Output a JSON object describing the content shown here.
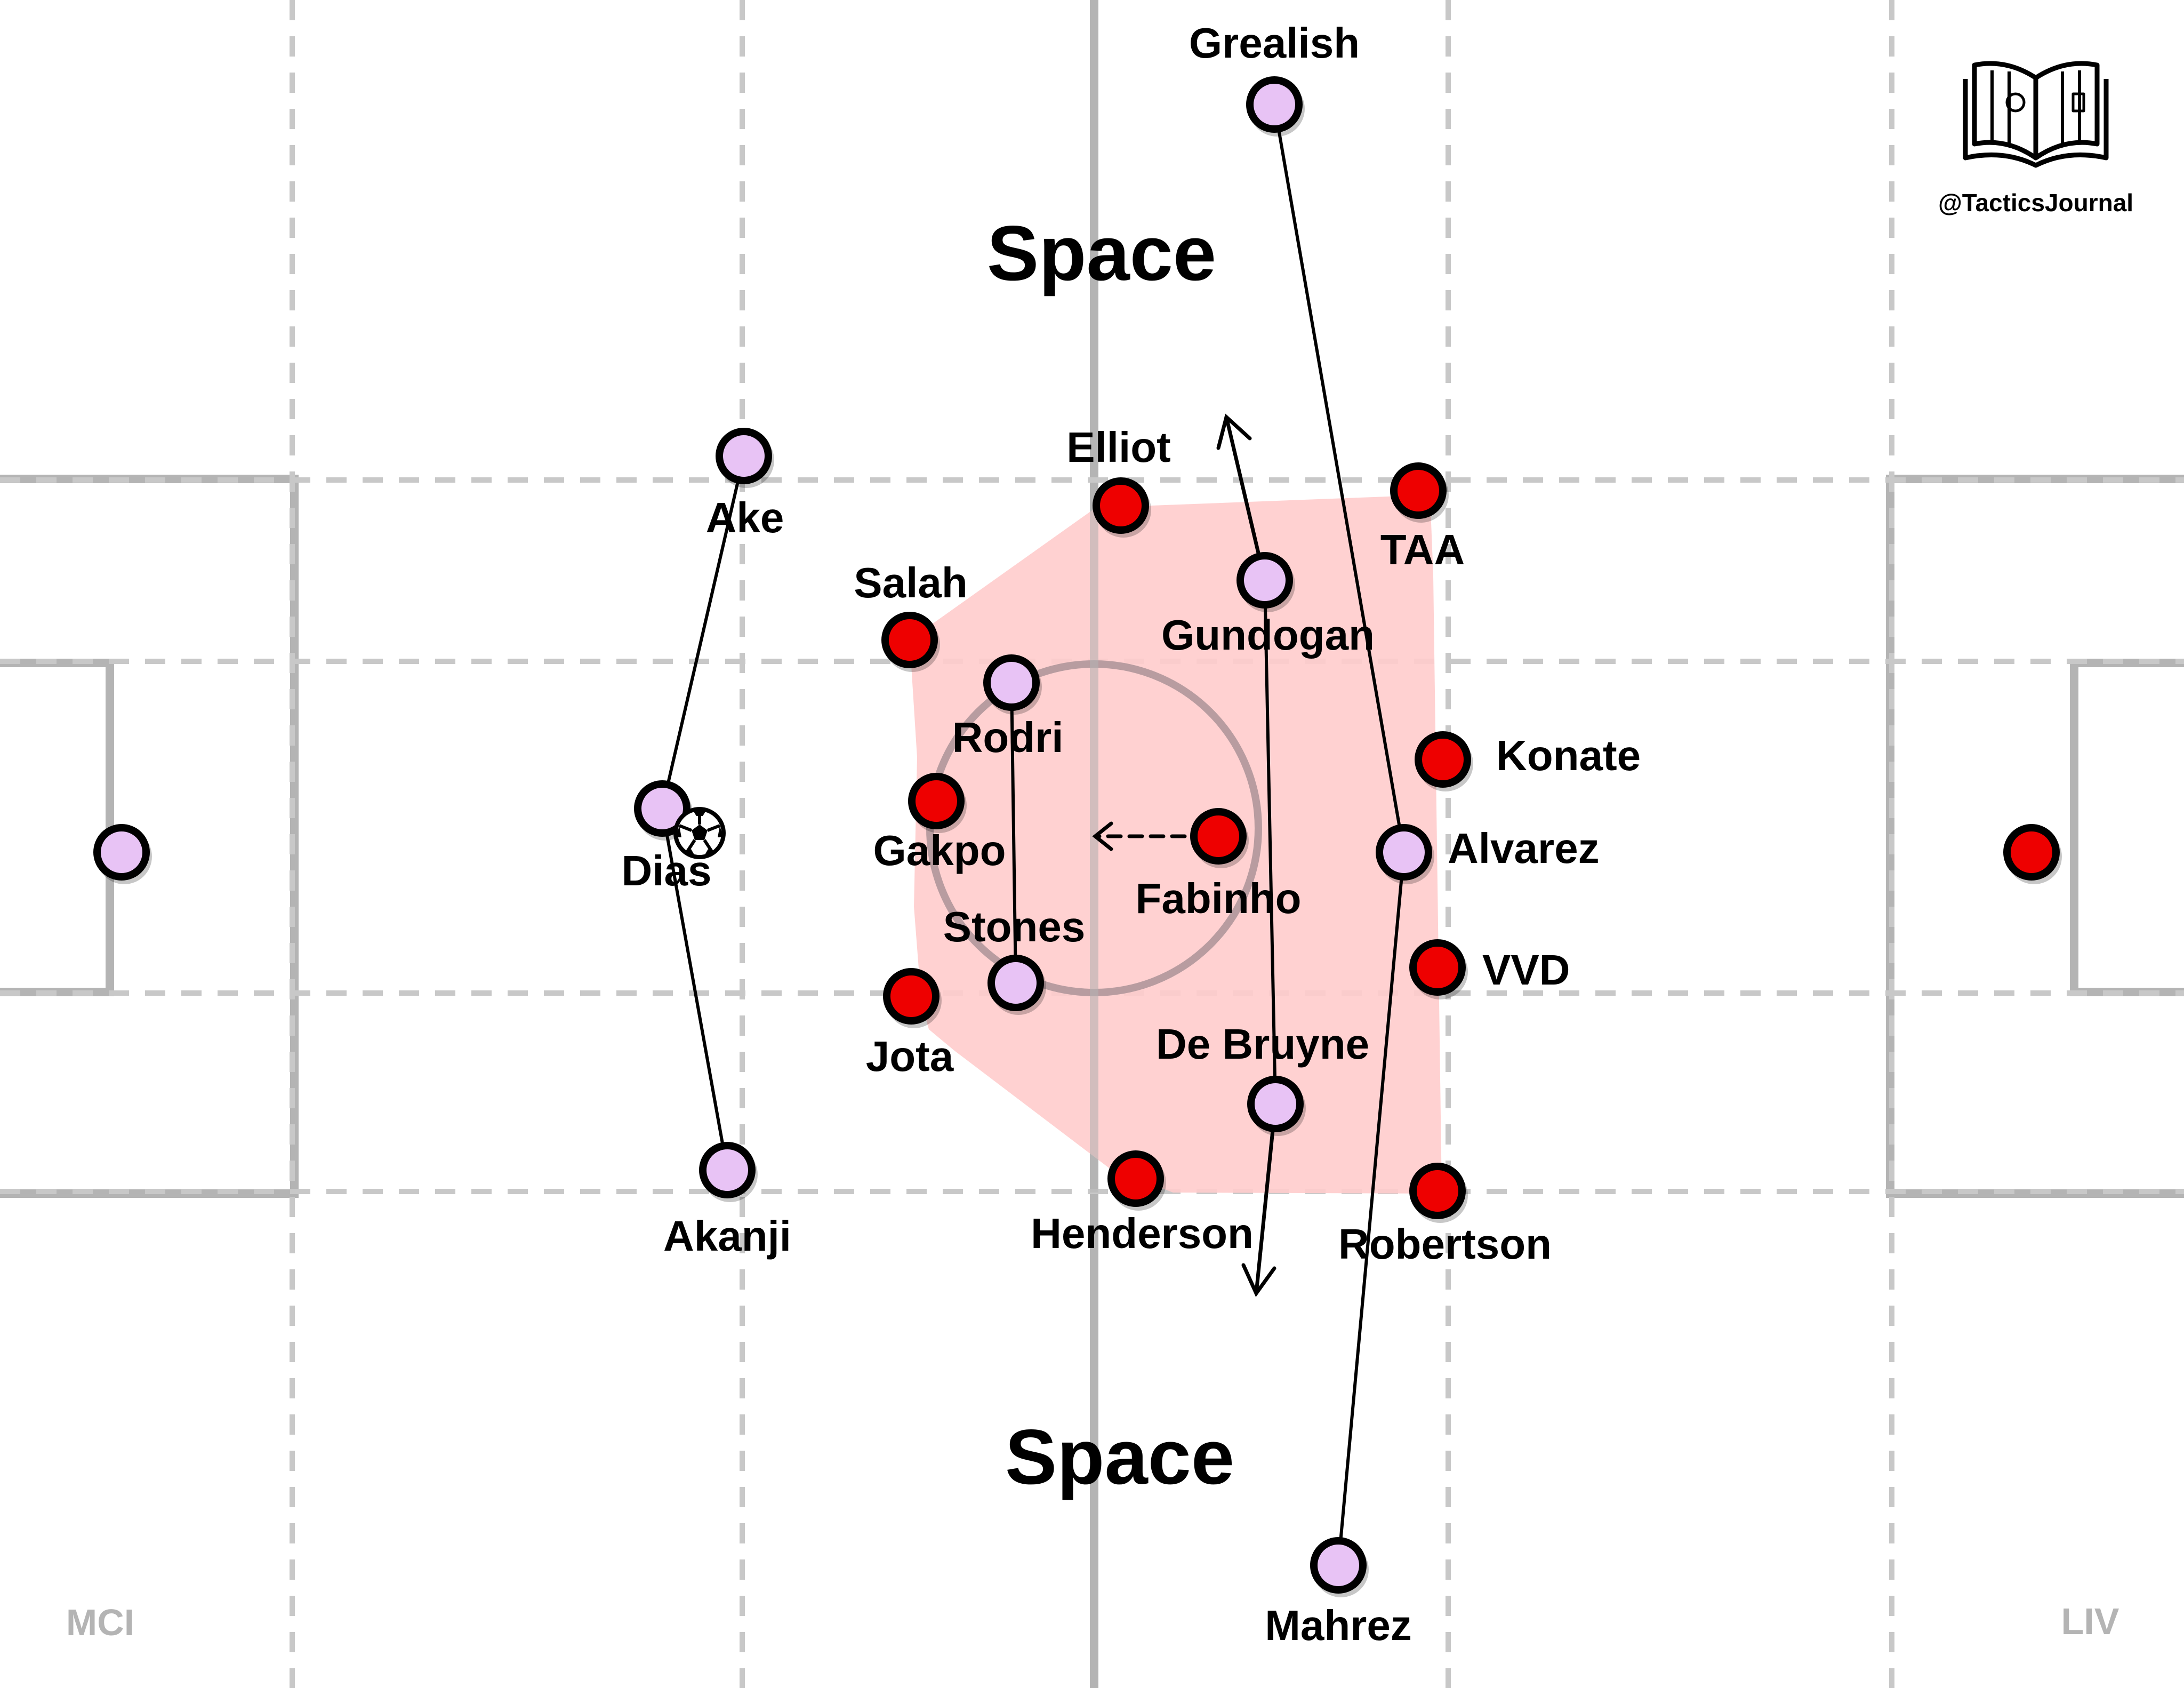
{
  "credit": "@TacticsJournal",
  "teams": {
    "home": "MCI",
    "away": "LIV"
  },
  "zones": [
    "Space",
    "Space"
  ],
  "colors": {
    "mci": "#e8c3f5",
    "liv": "#ee0000",
    "block": "#ffcccc",
    "lines": "#b4b4b4"
  },
  "icons": {
    "logo": "open-book-icon",
    "ball": "football-icon"
  },
  "players": {
    "mci": [
      {
        "name": "Grealish"
      },
      {
        "name": "Ake"
      },
      {
        "name": "Dias"
      },
      {
        "name": "Akanji"
      },
      {
        "name": "Rodri"
      },
      {
        "name": "Stones"
      },
      {
        "name": "Gundogan"
      },
      {
        "name": "De Bruyne"
      },
      {
        "name": "Alvarez"
      },
      {
        "name": "Mahrez"
      },
      {
        "name": ""
      }
    ],
    "liv": [
      {
        "name": "Elliot"
      },
      {
        "name": "TAA"
      },
      {
        "name": "Salah"
      },
      {
        "name": "Konate"
      },
      {
        "name": "Gakpo"
      },
      {
        "name": "Fabinho"
      },
      {
        "name": "VVD"
      },
      {
        "name": "Jota"
      },
      {
        "name": "Henderson"
      },
      {
        "name": "Robertson"
      },
      {
        "name": ""
      }
    ]
  }
}
